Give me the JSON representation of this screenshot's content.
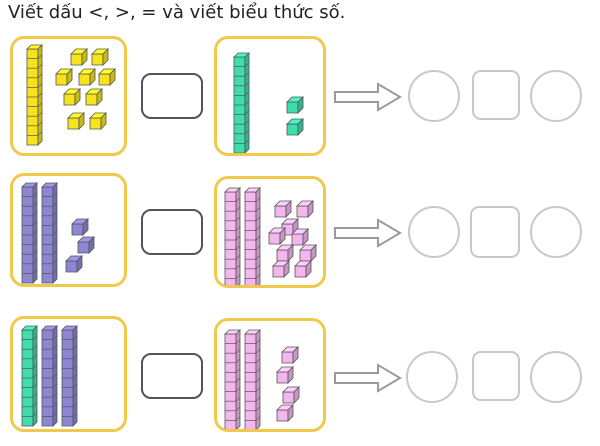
{
  "title": "Viết dấu <, >, = và viết biểu thức số.",
  "colors": {
    "frame": "#f0c84a",
    "yellow": "#f6e31d",
    "teal": "#3fdcae",
    "purple": "#8d86d2",
    "pink": "#f3b7ee",
    "outline": "#555555",
    "answer_outline": "#c8c8c8"
  },
  "rows": [
    {
      "left": {
        "rods": [
          "yellow"
        ],
        "cubes": 9,
        "cube_color": "yellow"
      },
      "right": {
        "rods": [
          "teal"
        ],
        "cubes": 2,
        "cube_color": "teal"
      }
    },
    {
      "left": {
        "rods": [
          "purple",
          "purple"
        ],
        "cubes": 3,
        "cube_color": "purple"
      },
      "right": {
        "rods": [
          "pink",
          "pink"
        ],
        "cubes": 9,
        "cube_color": "pink"
      }
    },
    {
      "left": {
        "rods": [
          "teal",
          "purple",
          "purple"
        ],
        "cubes": 0,
        "cube_color": "purple"
      },
      "right": {
        "rods": [
          "pink",
          "pink"
        ],
        "cubes": 4,
        "cube_color": "pink"
      }
    }
  ],
  "icons": {
    "arrow": "right-arrow-icon",
    "answer_circle": "empty-circle",
    "answer_square": "empty-square"
  }
}
